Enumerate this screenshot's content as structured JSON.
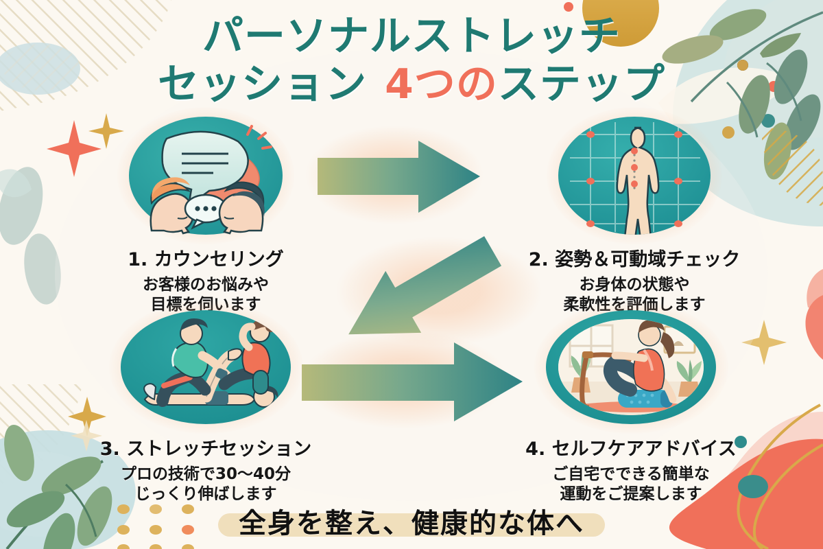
{
  "poster": {
    "background_color": "#FCF8F1",
    "title": {
      "line1": "パーソナルストレッチ",
      "line2_part1": "セッション",
      "line2_accent": "4つの",
      "line2_part2": "ステップ",
      "color": "#1F7A72",
      "accent_color": "#F0705A"
    },
    "steps": [
      {
        "number": "1.",
        "title": "1. カウンセリング",
        "desc_line1": "お客様のお悩みや",
        "desc_line2": "目標を伺います",
        "icon": "counseling-conversation-icon",
        "circle_color": "#23A0A0"
      },
      {
        "number": "2.",
        "title": "2. 姿勢＆可動域チェック",
        "desc_line1": "お身体の状態や",
        "desc_line2": "柔軟性を評価します",
        "icon": "posture-body-grid-icon",
        "circle_color": "#23A0A0"
      },
      {
        "number": "3.",
        "title": "3. ストレッチセッション",
        "desc_line1": "プロの技術で30〜40分",
        "desc_line2": "じっくり伸ばします",
        "icon": "trainer-assisted-stretch-icon",
        "circle_color": "#1E9A99"
      },
      {
        "number": "4.",
        "title": "4. セルフケアアドバイス",
        "desc_line1": "ご自宅でできる簡単な",
        "desc_line2": "運動をご提案します",
        "icon": "home-selfcare-foamroller-icon",
        "circle_color": "#1E9A99"
      }
    ],
    "arrows": [
      {
        "name": "arrow-step1-to-step2",
        "direction": "right"
      },
      {
        "name": "arrow-step2-to-step3",
        "direction": "down-left"
      },
      {
        "name": "arrow-step3-to-step4",
        "direction": "right"
      }
    ],
    "banner": {
      "text": "全身を整え、健康的な体へ",
      "pill_color": "#F0DFBC",
      "text_color": "#111111"
    },
    "decor": {
      "hatch_color_cream": "#E8DFC8",
      "hatch_color_gold": "#D4A843",
      "blob_blue": "#C8DEE2",
      "blob_sage": "#CFE0DE",
      "leaf_green": "#7B9B78",
      "leaf_olive": "#9AA870",
      "coral": "#F0705A",
      "gold": "#D8A94A",
      "teal_dot": "#2E8C8C"
    }
  }
}
